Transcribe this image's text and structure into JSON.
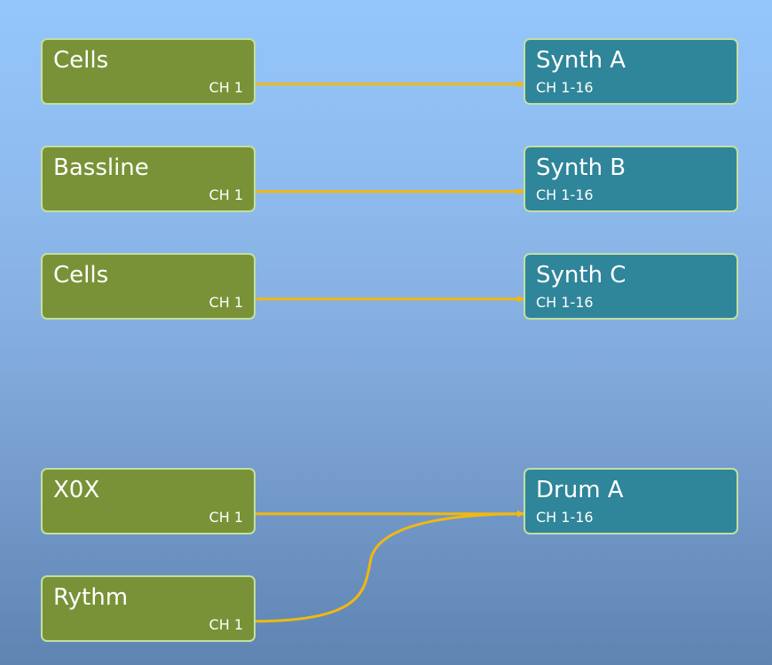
{
  "sources": [
    {
      "name": "Cells",
      "channel": "CH 1"
    },
    {
      "name": "Bassline",
      "channel": "CH 1"
    },
    {
      "name": "Cells",
      "channel": "CH 1"
    },
    {
      "name": "X0X",
      "channel": "CH 1"
    },
    {
      "name": "Rythm",
      "channel": "CH 1"
    }
  ],
  "destinations": [
    {
      "name": "Synth A",
      "channel": "CH 1-16"
    },
    {
      "name": "Synth B",
      "channel": "CH 1-16"
    },
    {
      "name": "Synth C",
      "channel": "CH 1-16"
    },
    {
      "name": "Drum A",
      "channel": "CH 1-16"
    }
  ],
  "connections": [
    {
      "from": 0,
      "to": 0
    },
    {
      "from": 1,
      "to": 1
    },
    {
      "from": 2,
      "to": 2
    },
    {
      "from": 3,
      "to": 3
    },
    {
      "from": 4,
      "to": 3
    }
  ],
  "colors": {
    "source_fill": "#7a9237",
    "destination_fill": "#2f8599",
    "node_border": "#c2dfa0",
    "connection": "#f2b80f",
    "text": "#ffffff"
  }
}
